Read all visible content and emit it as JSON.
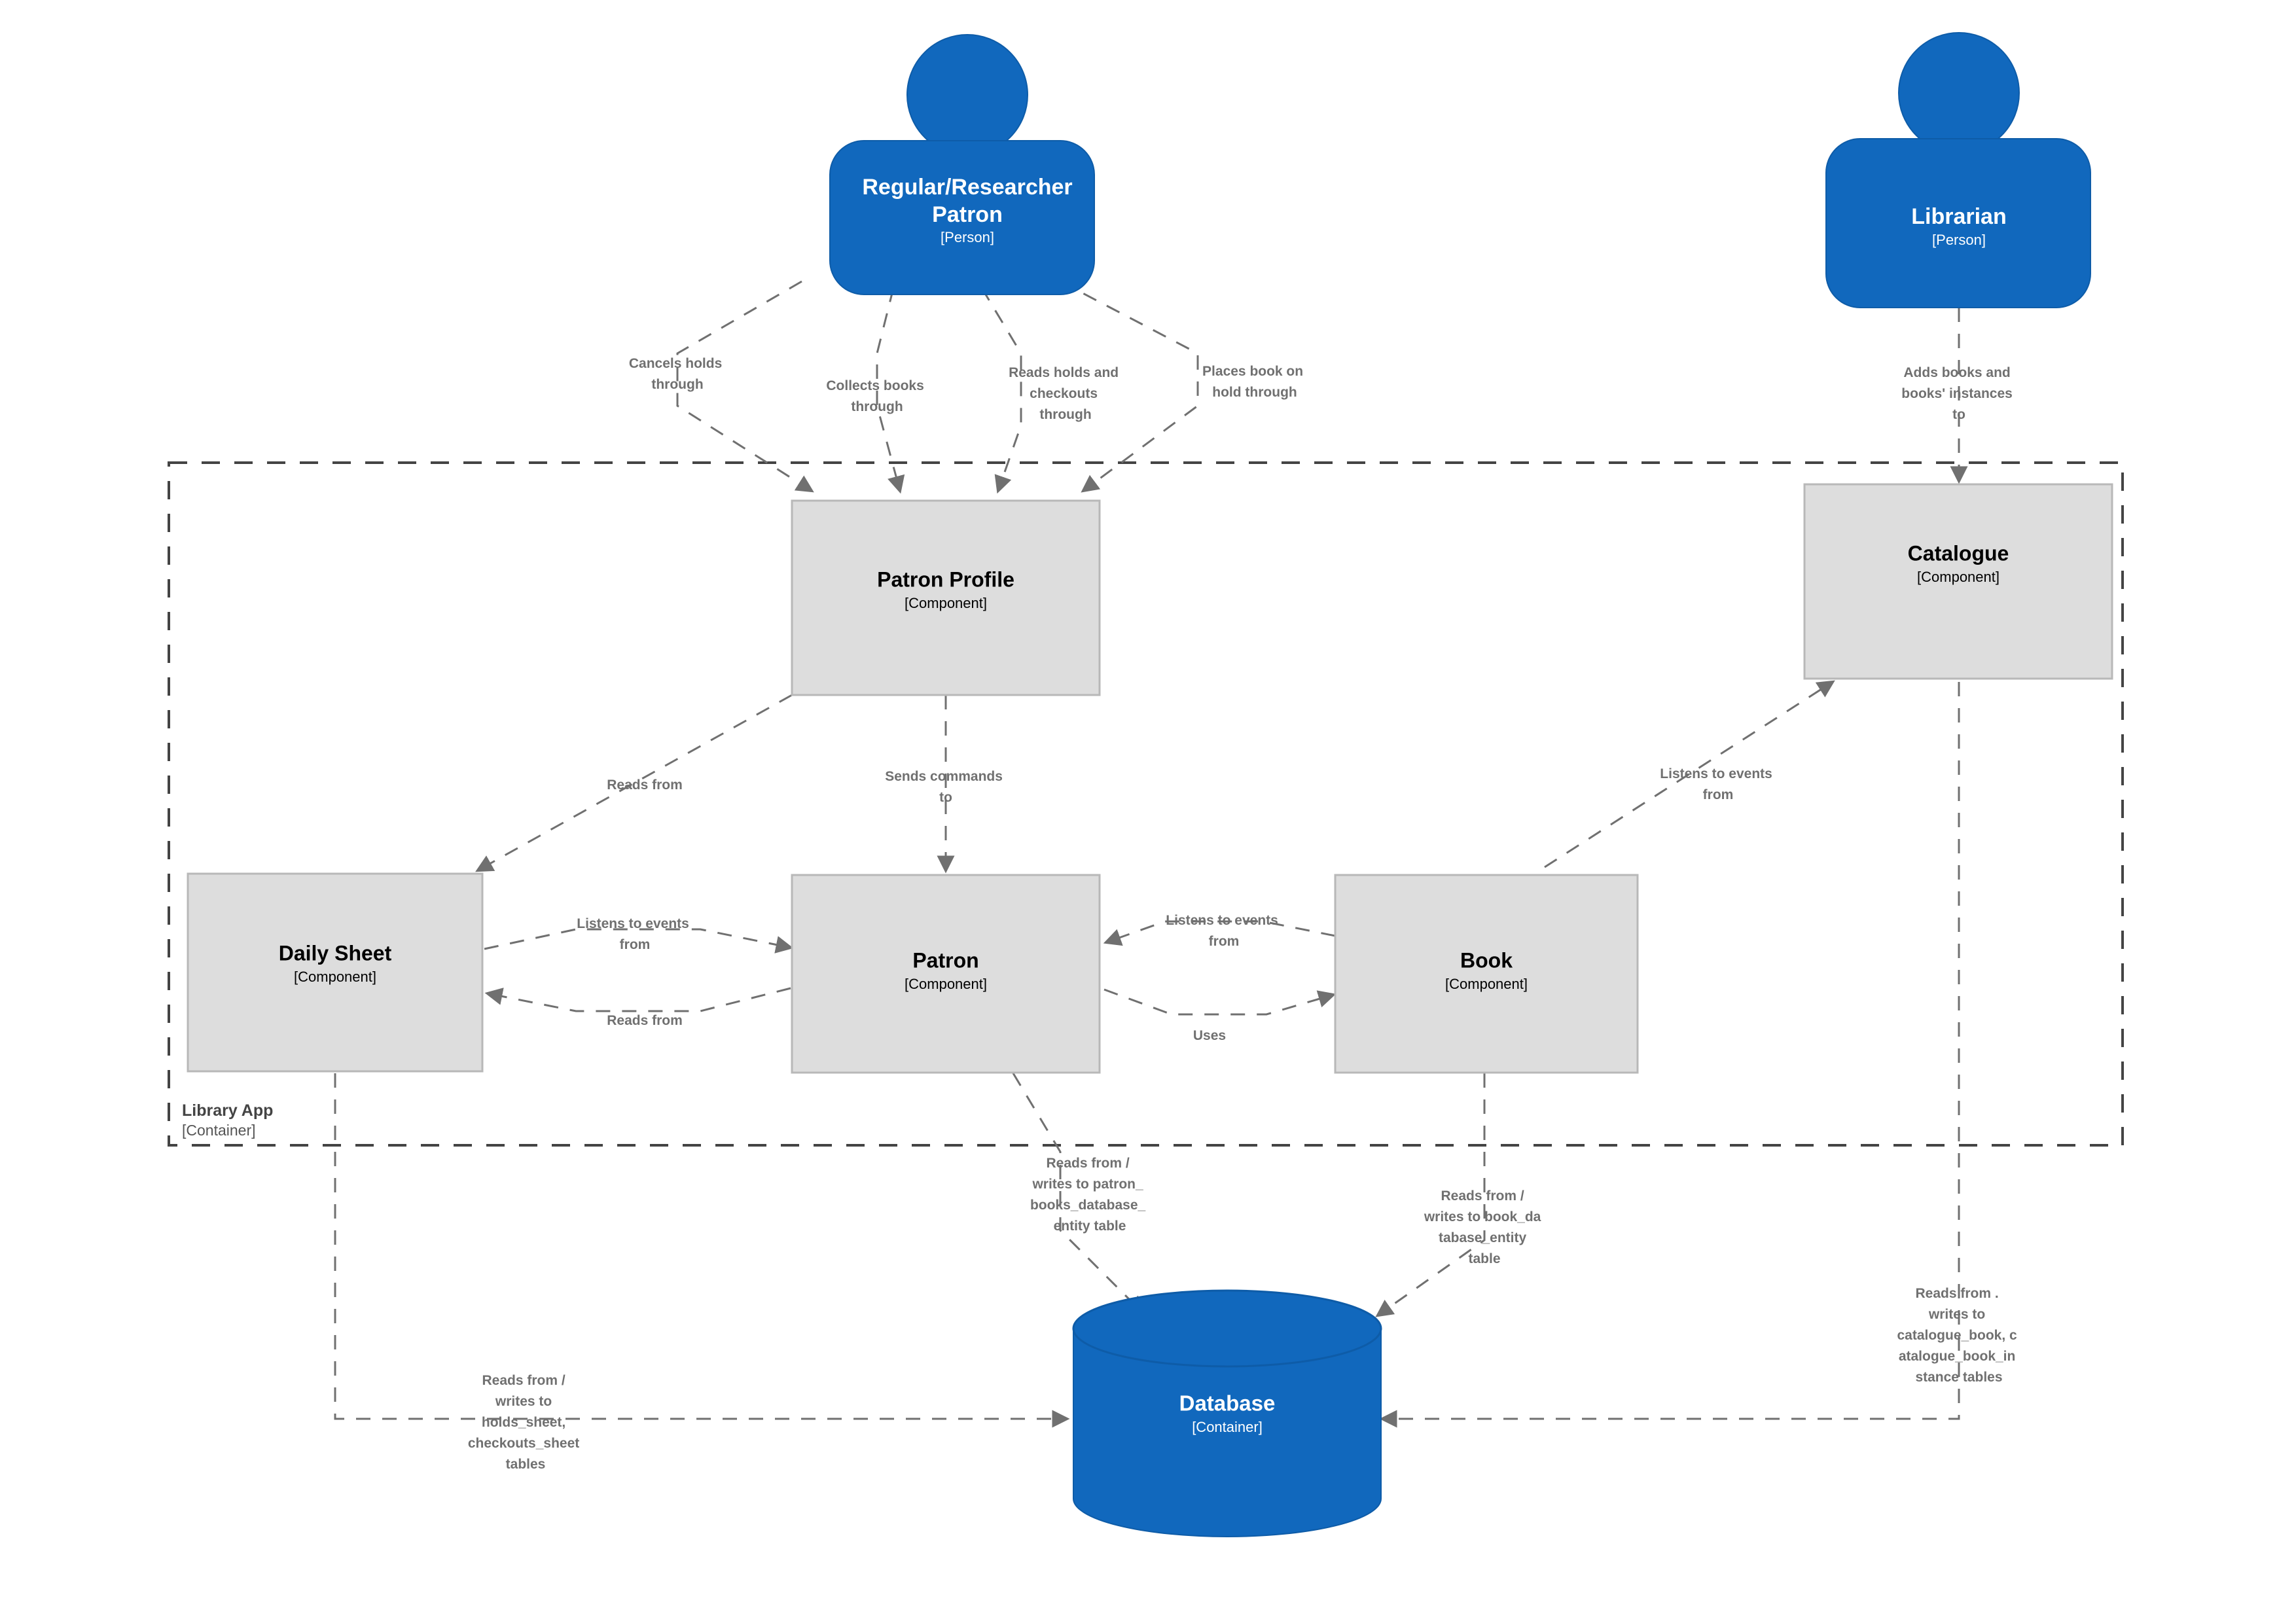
{
  "diagram": {
    "title": "Library App Component Diagram",
    "colors": {
      "person_fill": "#1168BD",
      "person_stroke": "#0E5CA8",
      "component_fill": "#DDDDDD",
      "component_stroke": "#B8B8B8",
      "database_fill": "#1168BD",
      "database_stroke": "#0E5CA8",
      "edge": "#707070",
      "boundary": "#444444",
      "background": "#FFFFFF"
    },
    "boundary": {
      "name": "Library App",
      "type": "[Container]"
    },
    "people": [
      {
        "id": "patron-person",
        "name": "Regular/Researcher\nPatron",
        "line1": "Regular/Researcher",
        "line2": "Patron",
        "type": "[Person]"
      },
      {
        "id": "librarian-person",
        "name": "Librarian",
        "line1": "Librarian",
        "line2": "",
        "type": "[Person]"
      }
    ],
    "components": [
      {
        "id": "patron-profile",
        "name": "Patron Profile",
        "type": "[Component]"
      },
      {
        "id": "catalogue",
        "name": "Catalogue",
        "type": "[Component]"
      },
      {
        "id": "daily-sheet",
        "name": "Daily Sheet",
        "type": "[Component]"
      },
      {
        "id": "patron",
        "name": "Patron",
        "type": "[Component]"
      },
      {
        "id": "book",
        "name": "Book",
        "type": "[Component]"
      }
    ],
    "database": {
      "id": "database",
      "name": "Database",
      "type": "[Container]"
    },
    "relationships": [
      {
        "id": "r1",
        "from": "patron-person",
        "to": "patron-profile",
        "lines": [
          "Cancels holds",
          "through"
        ]
      },
      {
        "id": "r2",
        "from": "patron-person",
        "to": "patron-profile",
        "lines": [
          "Collects books",
          "through"
        ]
      },
      {
        "id": "r3",
        "from": "patron-person",
        "to": "patron-profile",
        "lines": [
          "Reads holds and",
          "checkouts",
          "through"
        ]
      },
      {
        "id": "r4",
        "from": "patron-person",
        "to": "patron-profile",
        "lines": [
          "Places book on",
          "hold through"
        ]
      },
      {
        "id": "r5",
        "from": "librarian-person",
        "to": "catalogue",
        "lines": [
          "Adds books and",
          "books' instances",
          "to"
        ]
      },
      {
        "id": "r6",
        "from": "patron-profile",
        "to": "daily-sheet",
        "lines": [
          "Reads from"
        ]
      },
      {
        "id": "r7",
        "from": "patron-profile",
        "to": "patron",
        "lines": [
          "Sends commands",
          "to"
        ]
      },
      {
        "id": "r8",
        "from": "book",
        "to": "catalogue",
        "lines": [
          "Listens to events",
          "from"
        ]
      },
      {
        "id": "r9",
        "from": "daily-sheet",
        "to": "patron",
        "lines": [
          "Listens to events",
          "from"
        ]
      },
      {
        "id": "r10",
        "from": "patron",
        "to": "daily-sheet",
        "lines": [
          "Reads from"
        ]
      },
      {
        "id": "r11",
        "from": "book",
        "to": "patron",
        "lines": [
          "Listens to events",
          "from"
        ]
      },
      {
        "id": "r12",
        "from": "patron",
        "to": "book",
        "lines": [
          "Uses"
        ]
      },
      {
        "id": "r13",
        "from": "patron",
        "to": "database",
        "lines": [
          "Reads from /",
          "writes to patron_",
          "books_database_",
          "entity table"
        ]
      },
      {
        "id": "r14",
        "from": "book",
        "to": "database",
        "lines": [
          "Reads from /",
          "writes to book_da",
          "tabase_entity",
          "table"
        ]
      },
      {
        "id": "r15",
        "from": "daily-sheet",
        "to": "database",
        "lines": [
          "Reads from /",
          "writes to",
          "holds_sheet,",
          "checkouts_sheet",
          "tables"
        ]
      },
      {
        "id": "r16",
        "from": "catalogue",
        "to": "database",
        "lines": [
          "Reads from .",
          "writes to",
          "catalogue_book, c",
          "atalogue_book_in",
          "stance tables"
        ]
      }
    ]
  }
}
